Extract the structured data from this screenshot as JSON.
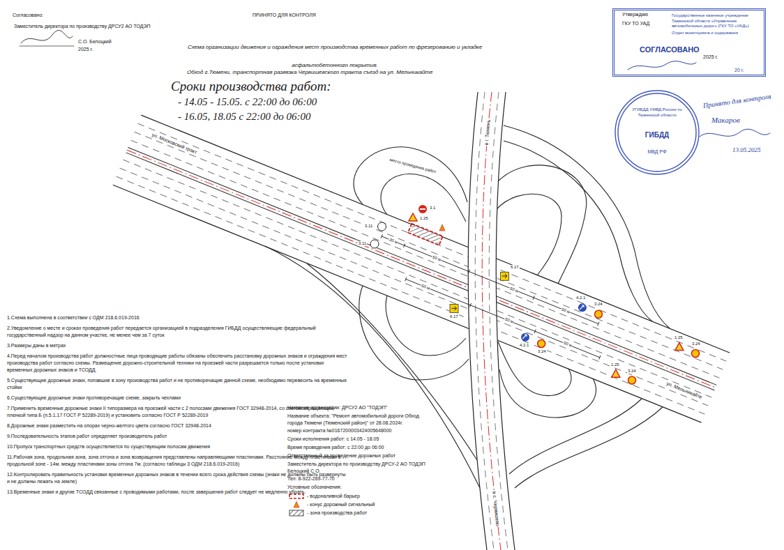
{
  "diagram": {
    "title": "Схема организации движения и ограждения мест производства временных работ по фрезерованию и укладке асфальтобетонного покрытия.",
    "nodes": [
      {
        "text": [
          "Государственное казенное учреждение Тюменской области «Управление автомобильных дорог» (ГКУ ТО «УАД»)",
          "Отдел мониторинга и содержания",
          "СОГЛАСОВАНО",
          "20 г."
        ]
      },
      {
        "text": [
          "УГИБДД УМВД России по Тюменской области",
          "ГИБДД",
          "МВД РФ"
        ]
      }
    ],
    "labels": [
      "Согласовано:",
      "Заместитель директора по производству ДРСУ2 АО ТОДЭП",
      "С.О. Белоцкий",
      "2025 г.",
      "ПРИНЯТО ДЛЯ КОНТРОЛЯ",
      "Утверждаю",
      "ГКУ ТО УАД",
      "2025 г.",
      "Обход г.Тюмени, транспортная развязка Червишевского тракта съезд на ул. Мельникайте",
      "Сроки производства работ:",
      "- 14.05 - 15.05. с 22:00 до 06:00",
      "- 16.05, 18.05 с 22:00 до 06:00",
      "Принято для контроля",
      "Макаров",
      "13.05.2025",
      "в г. Тюмень",
      "ул. Московский тракт",
      "место проведения работ",
      "3.1",
      "1.25",
      "3.11",
      "3.11",
      "30 м",
      "50 м",
      "50 м",
      "50 м",
      "50 м",
      "50 м",
      "50 м",
      "6.17",
      "4.2.1",
      "3.24",
      "1.25",
      "3.24",
      "6.17",
      "4.2.1",
      "3.24",
      "1.25",
      "3.24",
      "ул. Мельникайте",
      "в с. Червишево",
      "1.Схема выполнена в соответствии с ОДМ 218.6.019-2016",
      "2.Уведомление о месте и сроках проведения работ передается организацией в подразделения ГИБДД осуществляющие федеральный государственный надзор на данном участке, не менее чем за 7 суток",
      "3.Размеры даны в метрах",
      "4.Перед началом производства работ должностные лица проводящие работы обязаны обеспечить расстановку дорожных знаков и ограждения мест производства работ согласно схемы. Размещение дорожно-строительной техники на проезжей части разрешается только после установки временных дорожных знаков и ТСОДД.",
      "5.Существующие дорожные знаки, попавшие в зону производства работ и не противоречащие данной схеме, необходимо перевесить на временные стойки",
      "6.Существующие дорожные знаки противоречащие схеме, закрыть чехлами",
      "7.Применить временные дорожные знаки II типоразмера на проезжей части с 2 полосами движения ГОСТ 32948-2014, со световозвращающей пленкой типа Б (п.5.1.17 ГОСТ Р 52289-2019) и установить согласно ГОСТ Р 52289-2019",
      "8.Дорожные знаки разместить на опорах черно-желтого цвета согласно ГОСТ 32948-2014",
      "9.Последовательность этапов работ определяет производитель работ",
      "10.Пропуск транспортных средств осуществляется по существующим полосам движения",
      "11.Рабочая зона, продольная зона, зона отгона и зона возвращения представлены направляющими пластинами. Расстояние между пластинами в продольной зоне - 14м. между пластинами зоны отгона 7м. (согласно таблицы 3 ОДМ 218.6.019-2016)",
      "12.Контролировать правильность установки временных дорожных знаков в течении всего срока действия схемы (знаки не должны быть развернуты и не должны лежать на земле)",
      "13.Временные знаки и другие ТСОДД связанные с проводимыми работами, после завершения работ следует не медленно убрать.",
      "Название организации: ДРСУ2 АО \"ТОДЭП\"",
      "Название объекта: \"Ремонт автомобильной дороги Обход города Тюмени (Тюменский район)\" от 28.08.2024г.",
      "номер контракта №0167200003424005648000",
      "Сроки исполнения работ: с 14.05 - 18.05",
      "Время проведения работ: с 22:00 до 06:00",
      "Ответственный за проведение дорожных работ",
      "Заместитель директора по производству ДРСУ-2 АО ТОДЭП Белоцкий С.О.",
      "Тел: 8-922-269-77-70",
      "Условные обозначения:"
    ],
    "legend": [
      {
        "text": "- водоналивной барьер"
      },
      {
        "text": "- конус дорожный сигнальный"
      },
      {
        "text": "- зона производства работ"
      }
    ]
  }
}
